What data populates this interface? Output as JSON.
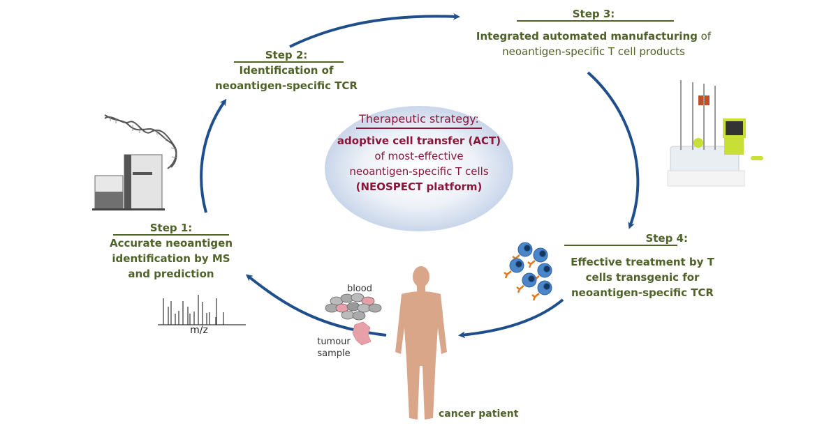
{
  "colors": {
    "step_text": "#4f6228",
    "center_text": "#8b1538",
    "arrow": "#1f4e8c",
    "ellipse_center": "#ffffff",
    "ellipse_edge": "#c9d6ea",
    "skin": "#d9a68a"
  },
  "center": {
    "heading": "Therapeutic strategy:",
    "line1": "adoptive cell transfer (ACT)",
    "line2": "of most-effective",
    "line3": "neoantigen-specific T cells",
    "line4": "(NEOSPECT platform)"
  },
  "steps": [
    {
      "title": "Step 1:",
      "lines": [
        "Accurate neoantigen",
        "identification by MS",
        "and prediction"
      ]
    },
    {
      "title": "Step 2:",
      "lines": [
        "Identification of",
        "neoantigen-specific TCR"
      ]
    },
    {
      "title": "Step 3:",
      "bold_part": "Integrated automated manufacturing",
      "normal_part": " of",
      "line2": "neoantigen-specific T cell products"
    },
    {
      "title": "Step 4:",
      "lines": [
        "Effective treatment by T",
        "cells transgenic for",
        "neoantigen-specific TCR"
      ]
    }
  ],
  "labels": {
    "mz": "m/z",
    "blood": "blood",
    "tumour": "tumour",
    "sample": "sample",
    "patient": "cancer patient"
  },
  "icons": [
    "dna-sequencer-icon",
    "dna-helix-icon",
    "mass-spectrum-icon",
    "manufacturing-device-icon",
    "t-cells-icon",
    "blood-cells-icon",
    "tumour-sample-icon",
    "human-figure-icon"
  ]
}
